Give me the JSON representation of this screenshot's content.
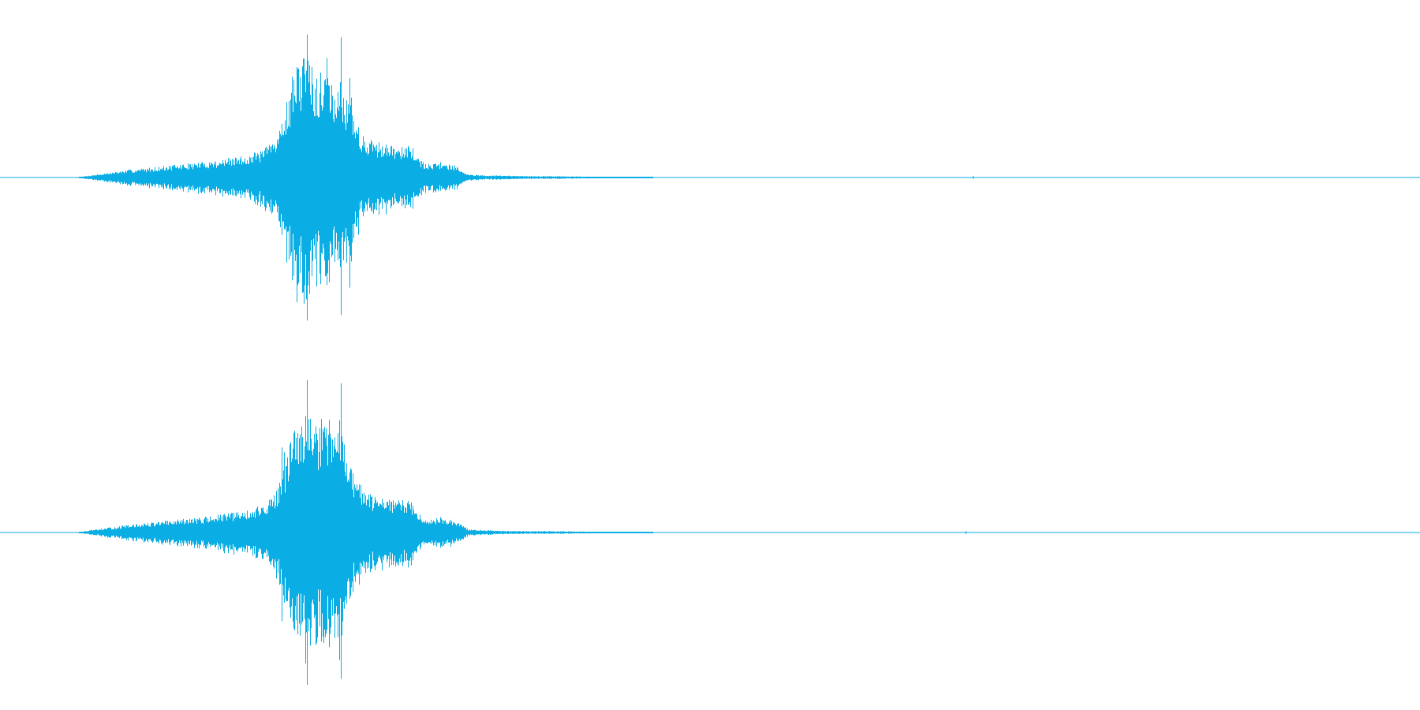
{
  "app": {
    "view": "stereo waveform"
  },
  "colors": {
    "background": "#ffffff",
    "waveform": "#0aaee4",
    "baseline": "#0aaee4"
  },
  "channels": [
    {
      "id": "left",
      "peak_top": 0.93,
      "peak_bottom": 0.93,
      "residual_ticks": [
        0.685
      ]
    },
    {
      "id": "right",
      "peak_top": 0.99,
      "peak_bottom": 0.99,
      "residual_ticks": [
        0.68
      ]
    }
  ],
  "envelope": [
    [
      0.0,
      0.0
    ],
    [
      0.055,
      0.0
    ],
    [
      0.06,
      0.01
    ],
    [
      0.075,
      0.03
    ],
    [
      0.09,
      0.05
    ],
    [
      0.11,
      0.07
    ],
    [
      0.13,
      0.09
    ],
    [
      0.15,
      0.11
    ],
    [
      0.17,
      0.14
    ],
    [
      0.185,
      0.18
    ],
    [
      0.195,
      0.28
    ],
    [
      0.2,
      0.45
    ],
    [
      0.205,
      0.62
    ],
    [
      0.21,
      0.75
    ],
    [
      0.215,
      0.8
    ],
    [
      0.22,
      0.72
    ],
    [
      0.225,
      0.68
    ],
    [
      0.23,
      0.7
    ],
    [
      0.235,
      0.62
    ],
    [
      0.24,
      0.65
    ],
    [
      0.245,
      0.5
    ],
    [
      0.25,
      0.35
    ],
    [
      0.26,
      0.25
    ],
    [
      0.27,
      0.22
    ],
    [
      0.28,
      0.22
    ],
    [
      0.29,
      0.2
    ],
    [
      0.295,
      0.12
    ],
    [
      0.3,
      0.09
    ],
    [
      0.31,
      0.1
    ],
    [
      0.32,
      0.08
    ],
    [
      0.33,
      0.02
    ],
    [
      0.34,
      0.015
    ],
    [
      0.37,
      0.01
    ],
    [
      0.4,
      0.008
    ],
    [
      0.44,
      0.003
    ],
    [
      0.47,
      0.0
    ],
    [
      1.0,
      0.0
    ]
  ]
}
